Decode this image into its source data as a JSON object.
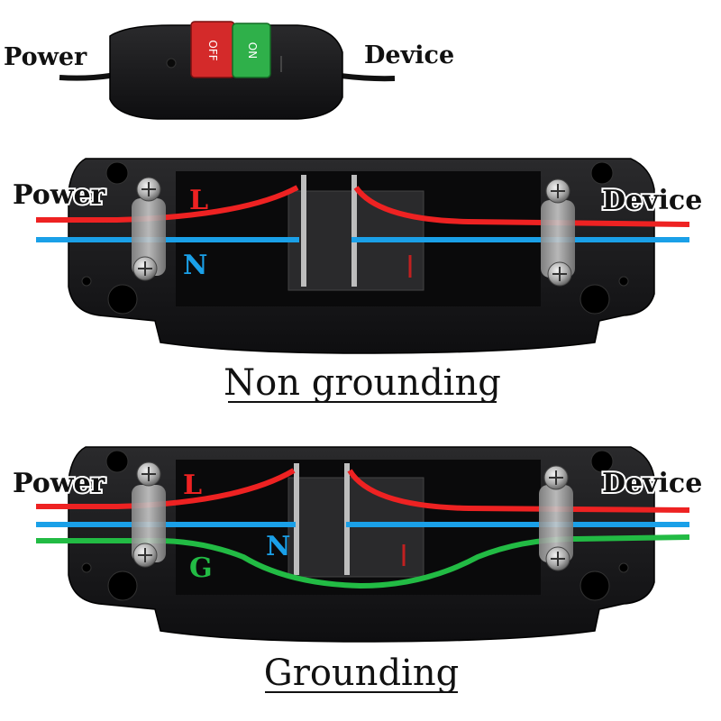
{
  "top_switch": {
    "left_label": "Power",
    "right_label": "Device",
    "off_label": "OFF",
    "on_label": "ON"
  },
  "non_grounding": {
    "left_label": "Power",
    "right_label": "Device",
    "wire_l": "L",
    "wire_n": "N",
    "caption": "Non grounding"
  },
  "grounding": {
    "left_label": "Power",
    "right_label": "Device",
    "wire_l": "L",
    "wire_n": "N",
    "wire_g": "G",
    "caption": "Grounding"
  },
  "colors": {
    "live": "#ee2222",
    "neutral": "#1aa0e8",
    "ground": "#22bb44",
    "off_button": "#d42a2a",
    "on_button": "#2fb04a",
    "housing": "#1c1c1e"
  }
}
